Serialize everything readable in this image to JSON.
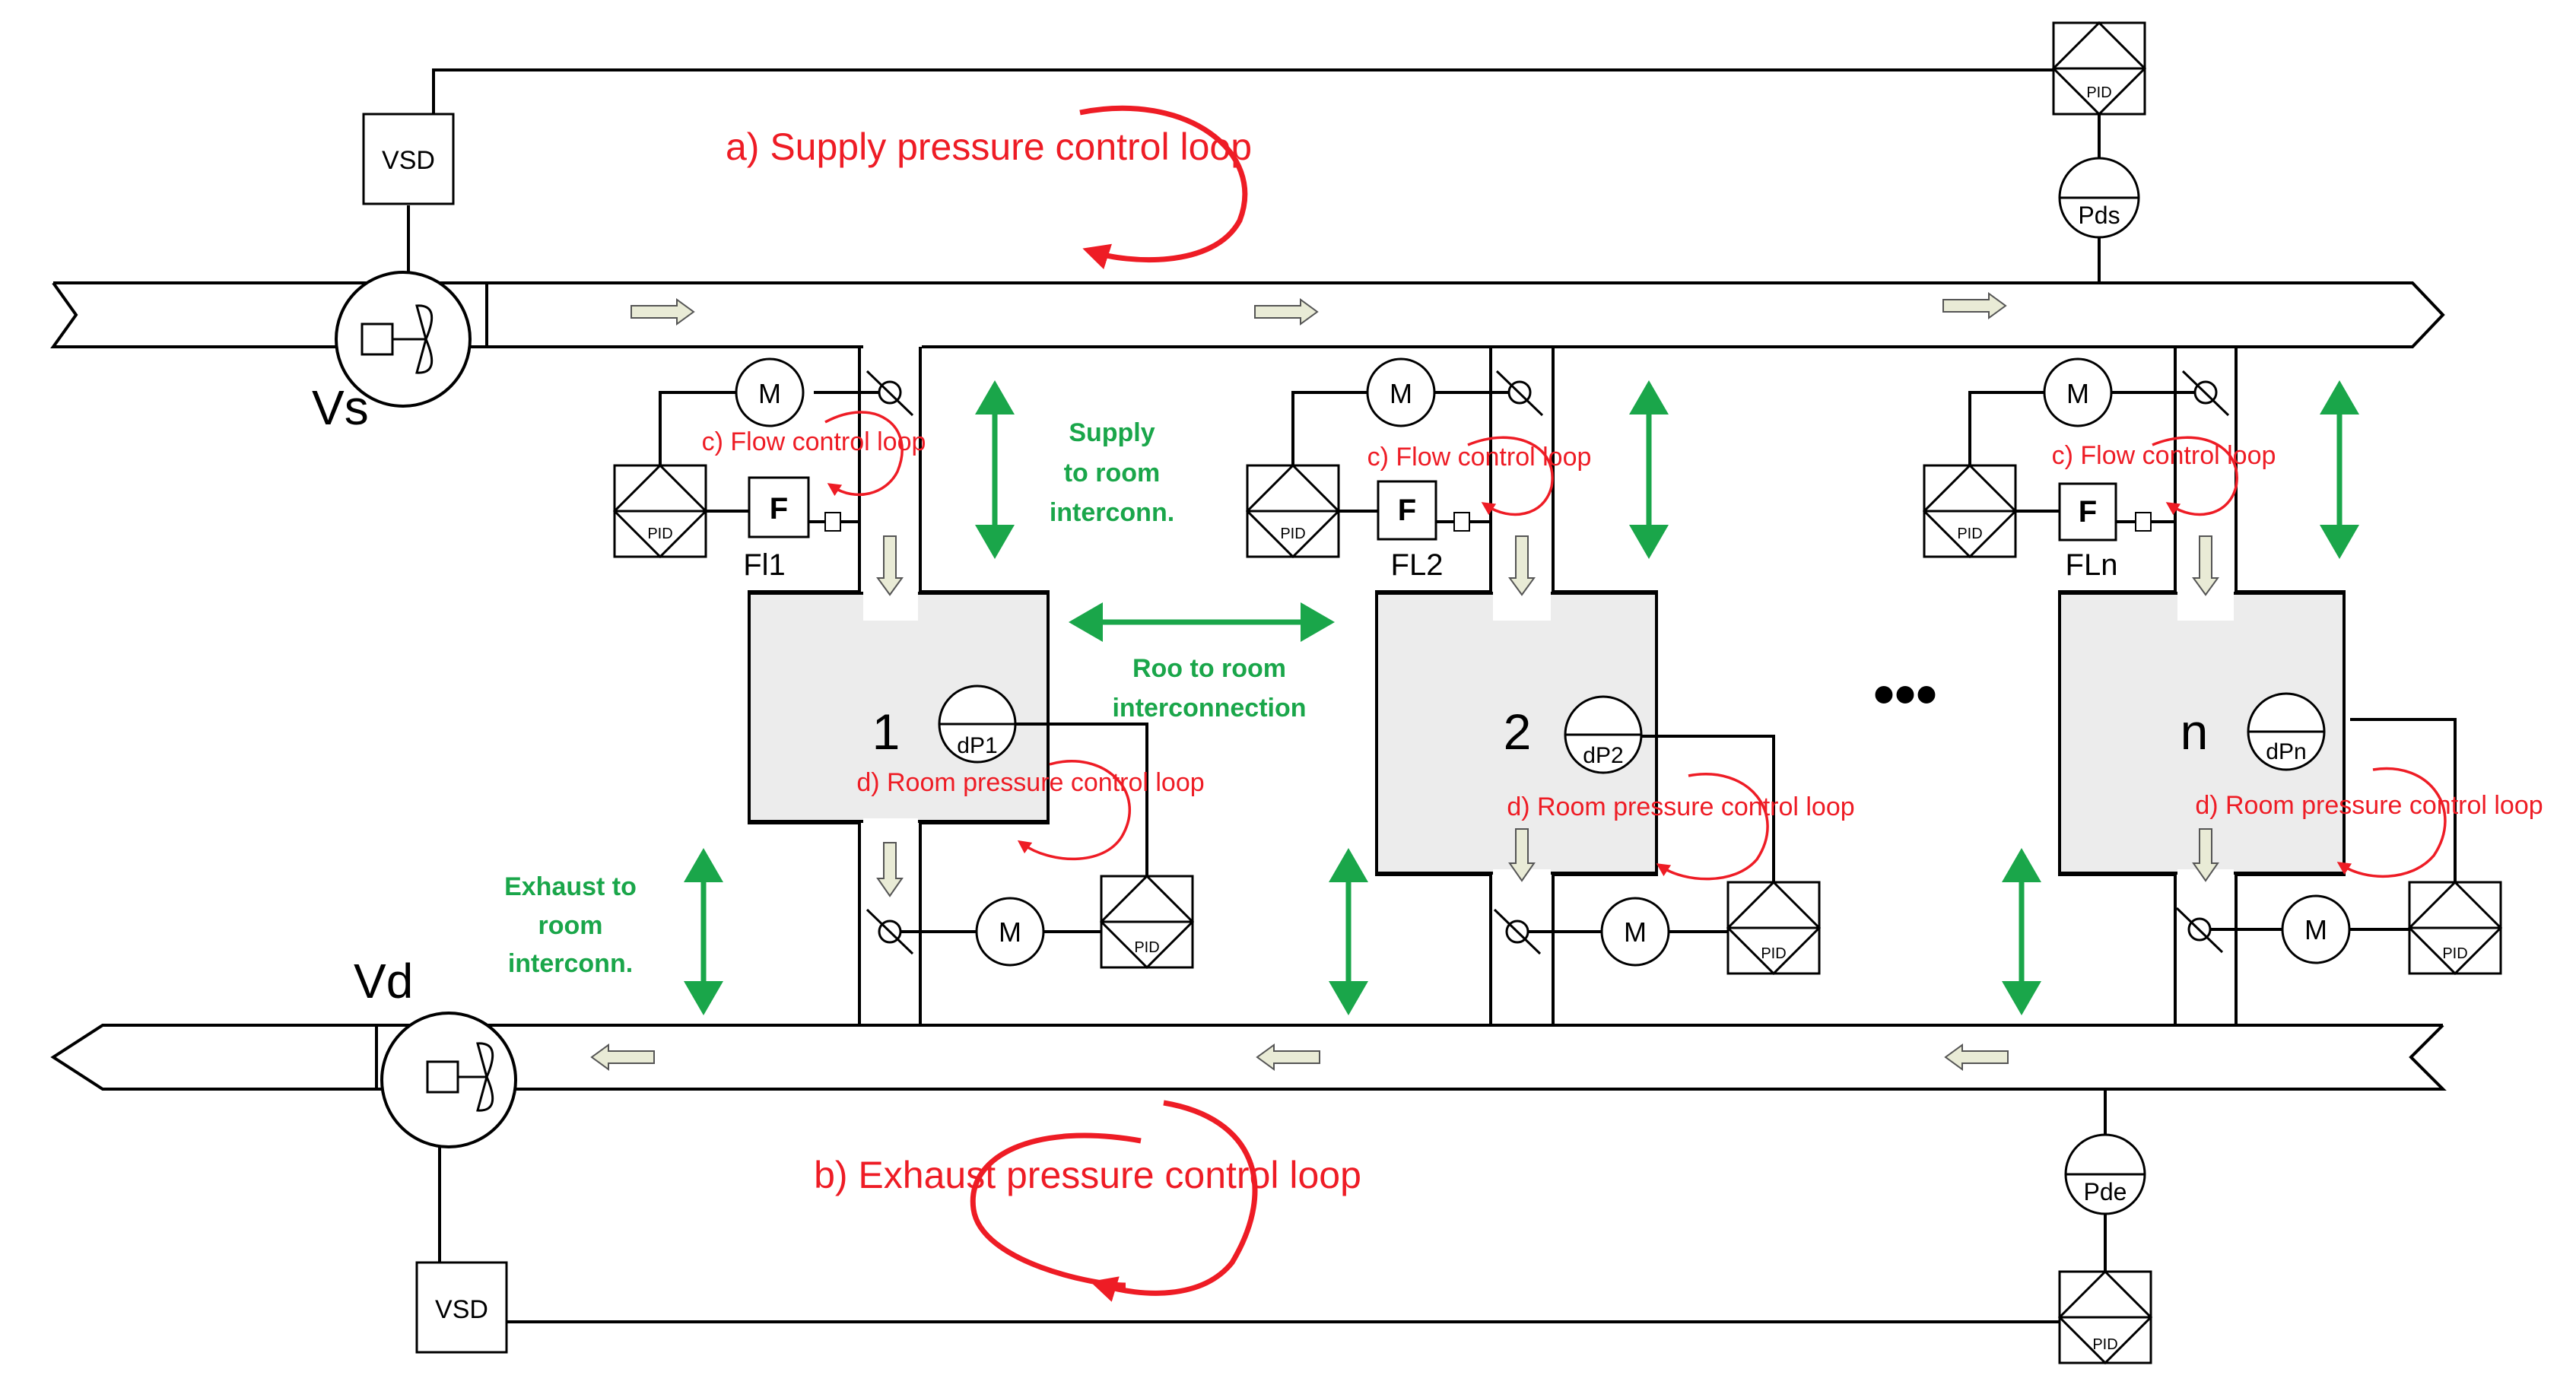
{
  "diagram": {
    "fan_supply_label": "Vs",
    "fan_exhaust_label": "Vd",
    "vsd_label": "VSD",
    "pid_label": "PID",
    "motor_label": "M",
    "flow_meter_label": "F",
    "supply_sensor_label": "Pds",
    "exhaust_sensor_label": "Pde",
    "loops": {
      "supply": "a) Supply pressure control loop",
      "exhaust": "b) Exhaust pressure control loop",
      "flow": "c) Flow control loop",
      "room": "d) Room pressure control loop"
    },
    "interconnections": {
      "supply_line1": "Supply",
      "supply_line2": "to room",
      "supply_line3": "interconn.",
      "room_line1": "Roo to room",
      "room_line2": "interconnection",
      "exhaust_line1": "Exhaust to",
      "exhaust_line2": "room",
      "exhaust_line3": "interconn."
    },
    "ellipsis": "•••",
    "rooms": [
      {
        "number": "1",
        "flow_label": "Fl1",
        "dp_label": "dP1"
      },
      {
        "number": "2",
        "flow_label": "FL2",
        "dp_label": "dP2"
      },
      {
        "number": "n",
        "flow_label": "FLn",
        "dp_label": "dPn"
      }
    ],
    "colors": {
      "loop_red": "#ee1c25",
      "interconnection_green": "#1aa64a",
      "room_fill": "#ececec"
    }
  }
}
